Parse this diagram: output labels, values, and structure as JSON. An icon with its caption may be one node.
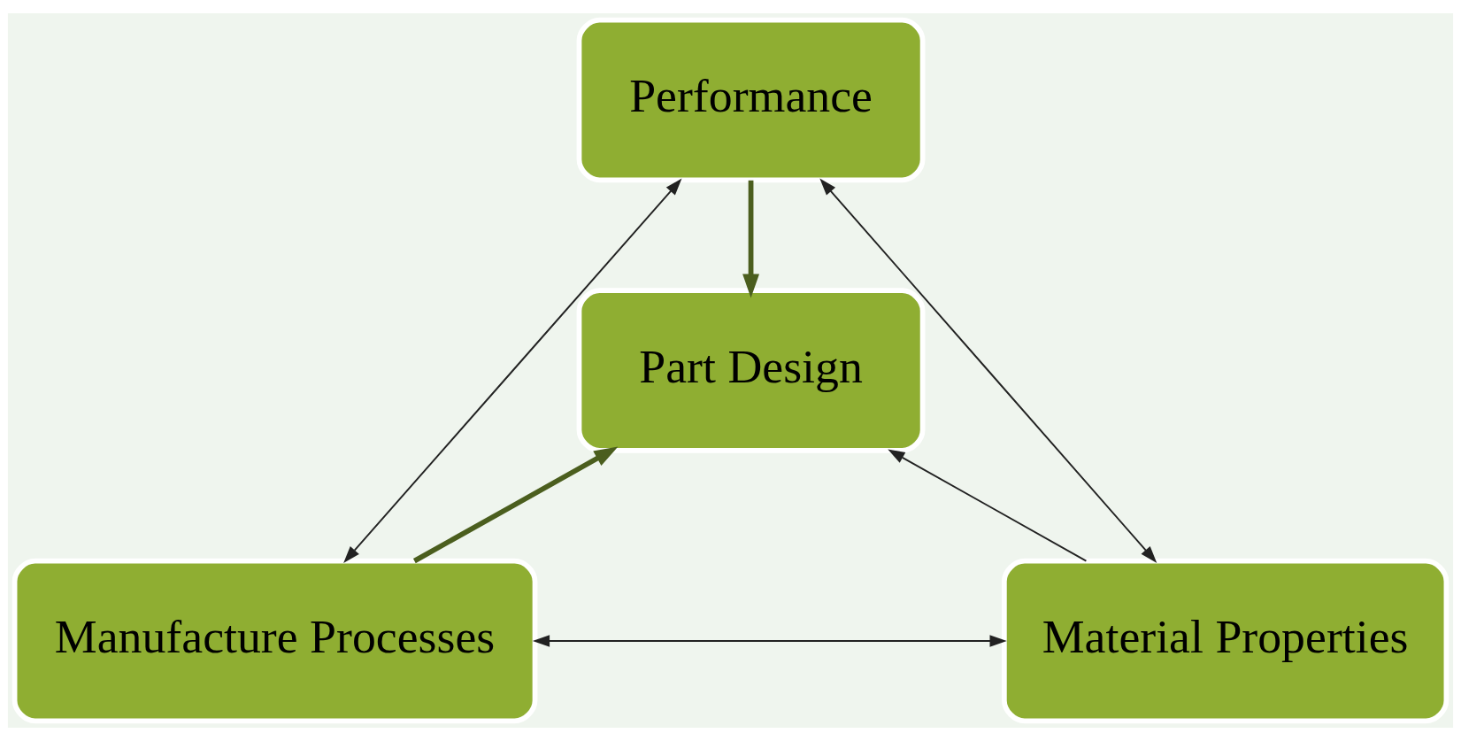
{
  "diagram": {
    "nodes": [
      {
        "text": [
          "Performance"
        ]
      },
      {
        "text": [
          "Part Design"
        ]
      },
      {
        "text": [
          "Manufacture Processes"
        ]
      },
      {
        "text": [
          "Material Properties"
        ]
      }
    ],
    "edges": [
      {
        "from": 0,
        "to": 1,
        "arrow": "to",
        "style": "thick",
        "color": "#4b5e1e"
      },
      {
        "from": 2,
        "to": 0,
        "arrow": "both"
      },
      {
        "from": 3,
        "to": 0,
        "arrow": "both"
      },
      {
        "from": 2,
        "to": 1,
        "arrow": "to",
        "style": "thick",
        "color": "#4b5e1e"
      },
      {
        "from": 3,
        "to": 1,
        "arrow": "to"
      },
      {
        "from": 2,
        "to": 3,
        "arrow": "both"
      }
    ]
  }
}
